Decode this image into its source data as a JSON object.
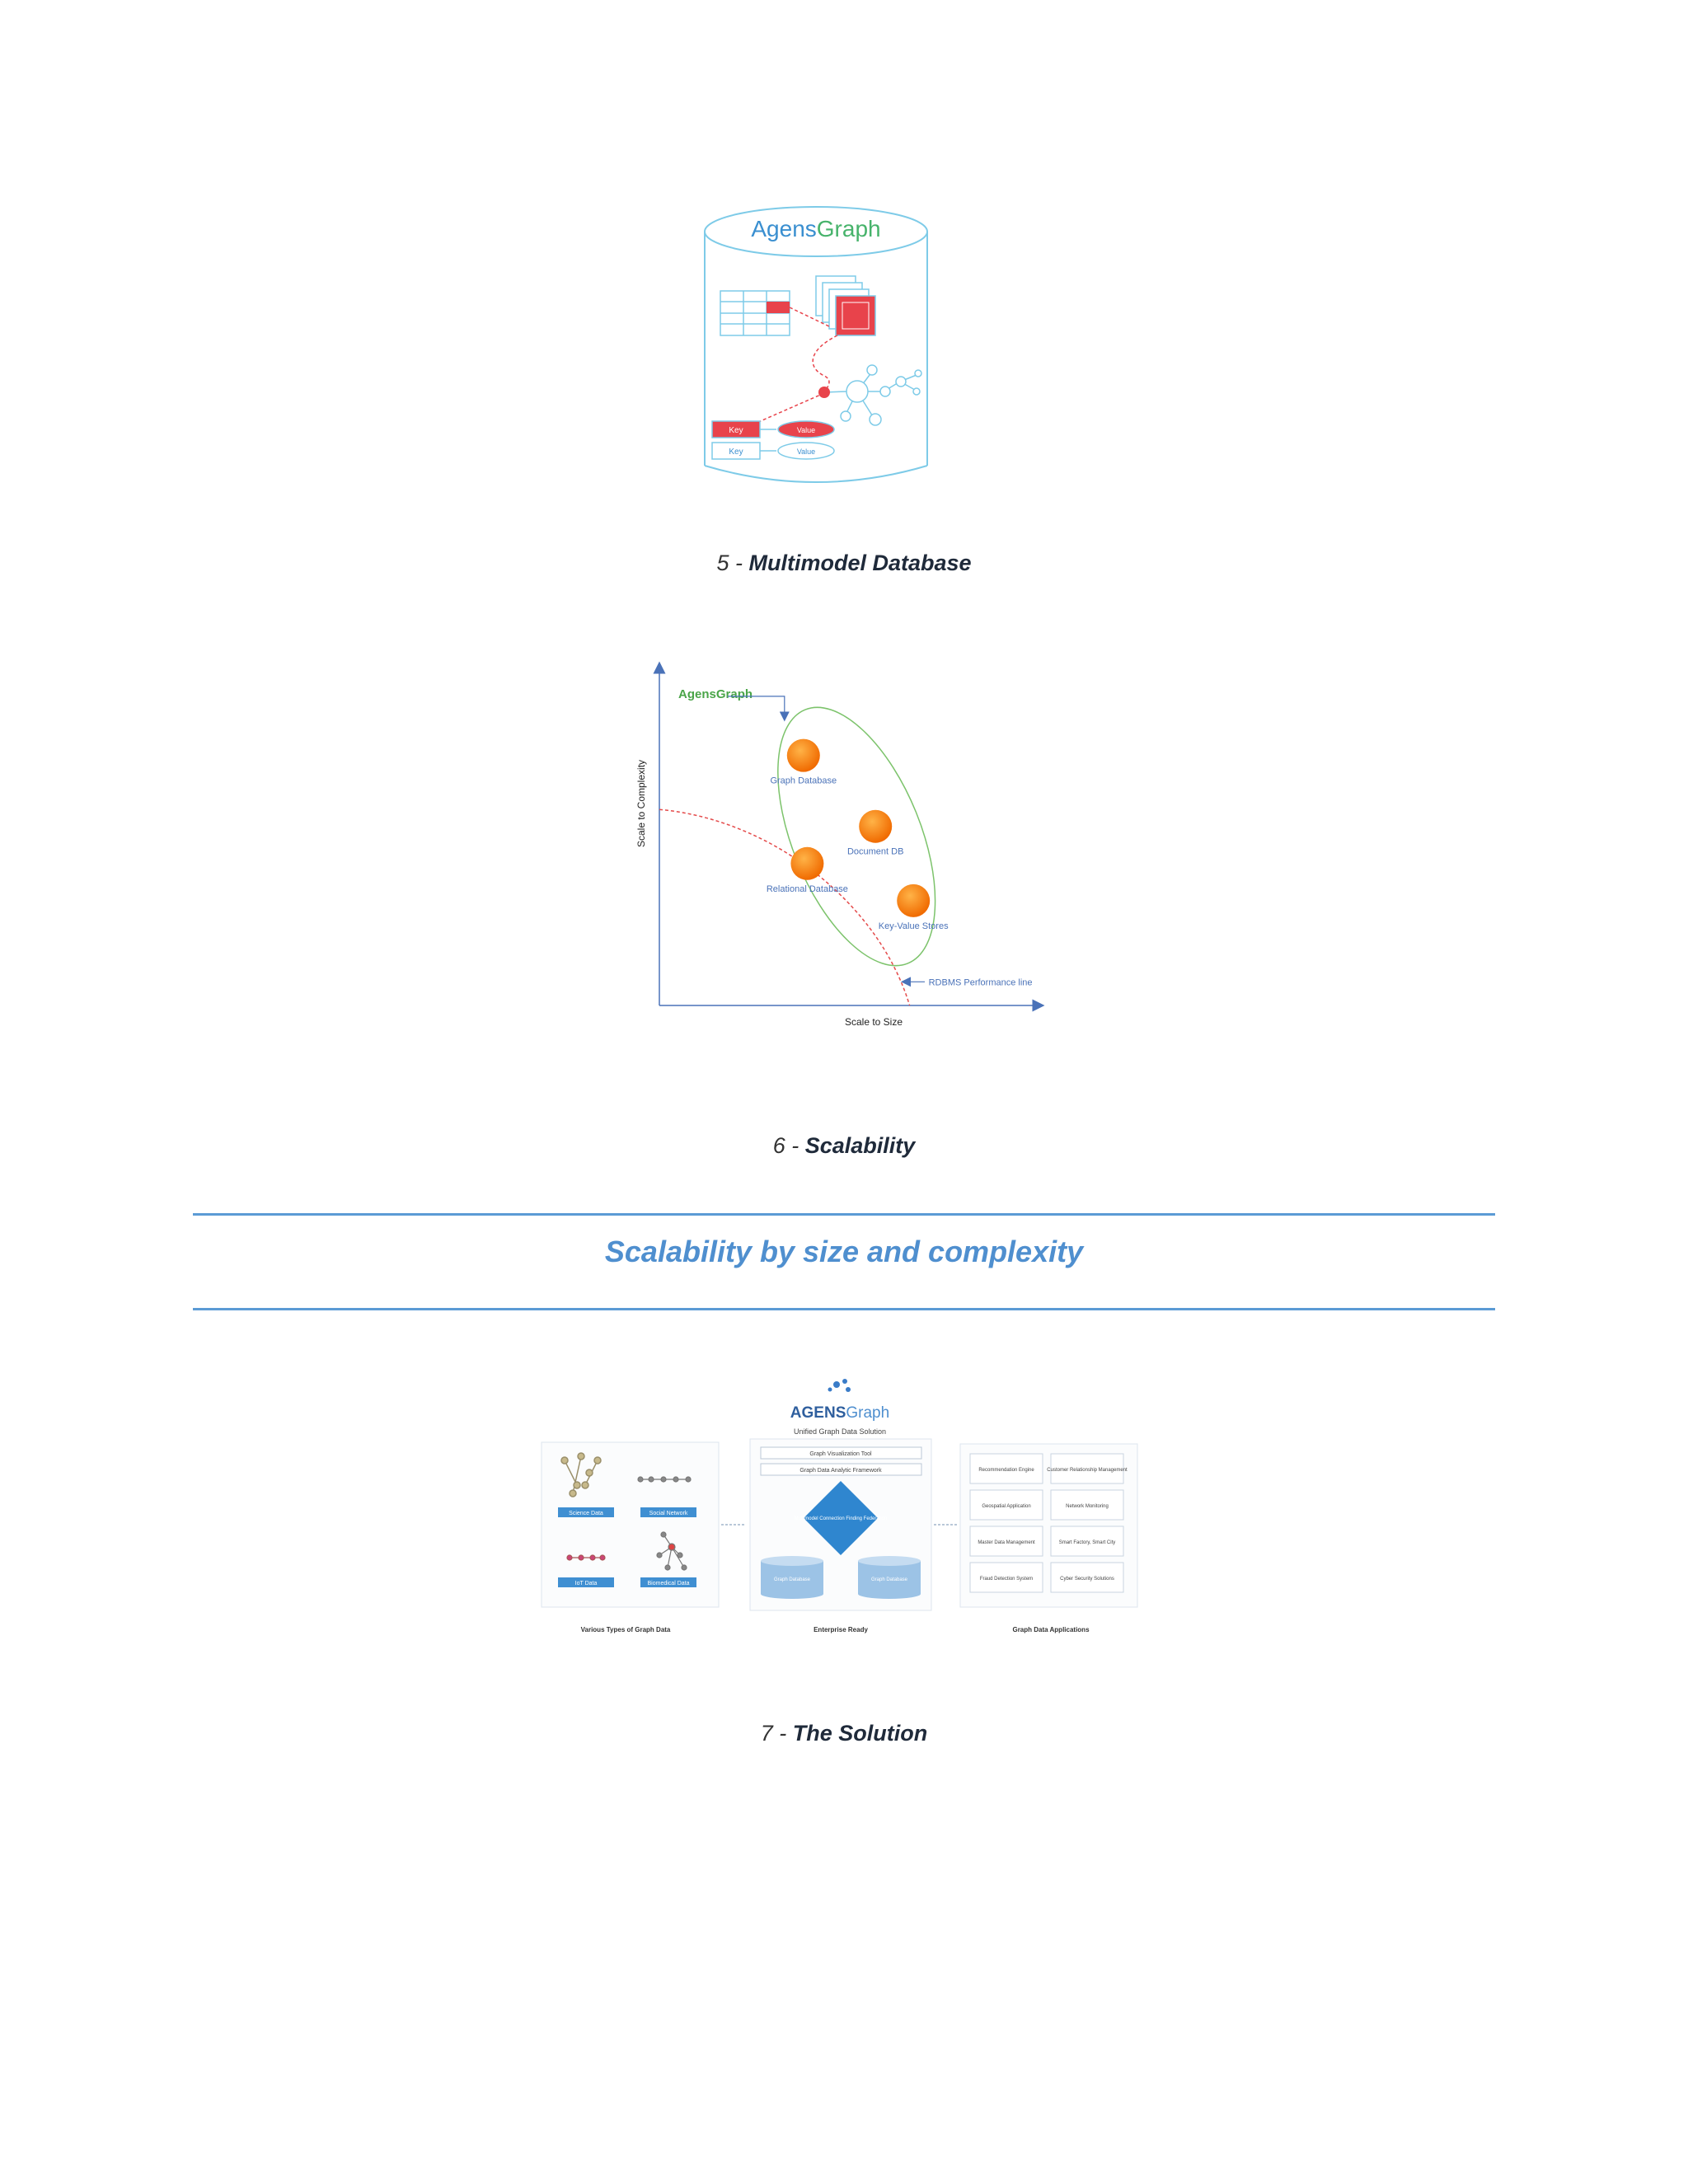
{
  "figure5": {
    "brand_prefix": "Agens",
    "brand_suffix": "Graph",
    "kv_rows": [
      {
        "key": "Key",
        "value": "Value"
      },
      {
        "key": "Key",
        "value": "Value"
      }
    ],
    "caption_number": "5 - ",
    "caption_title": "Multimodel  Database",
    "colors": {
      "outline": "#7ecbe8",
      "accent": "#e8434b",
      "brand_blue": "#3a8fd0",
      "brand_green": "#47b36b"
    }
  },
  "figure6": {
    "caption_number": "6 - ",
    "caption_title": "Scalability",
    "chart_data": {
      "type": "scatter",
      "xlabel": "Scale to Size",
      "ylabel": "Scale to Complexity",
      "points": [
        {
          "label": "Graph Database",
          "x": 0.38,
          "y": 0.74
        },
        {
          "label": "Document DB",
          "x": 0.57,
          "y": 0.53
        },
        {
          "label": "Relational Database",
          "x": 0.39,
          "y": 0.42
        },
        {
          "label": "Key-Value Stores",
          "x": 0.67,
          "y": 0.31
        }
      ],
      "annotations": [
        {
          "text": "AgensGraph",
          "points_to": "ellipse"
        },
        {
          "text": "RDBMS Performance line",
          "points_to": "curve"
        }
      ],
      "grid": false,
      "colors": {
        "points": "#f57c00",
        "ellipse": "#7cc36b",
        "curve": "#e44b4b",
        "axis": "#4a72b8"
      }
    }
  },
  "section": {
    "title": "Scalability by size and complexity"
  },
  "figure7": {
    "brand_prefix": "AGENS",
    "brand_suffix": "Graph",
    "subtitle": "Unified Graph Data Solution",
    "tools": [
      "Graph Visualization Tool",
      "Graph Data Analytic Framework"
    ],
    "diamond_text": "Multimodel Connection Finding Federation",
    "databases": [
      "Graph Database",
      "Graph Database"
    ],
    "left_panel_labels": [
      "Science Data",
      "Social Network",
      "IoT Data",
      "Biomedical Data"
    ],
    "apps": [
      "Recommendation Engine",
      "Customer Relationship Management",
      "Geospatial Application",
      "Network Monitoring",
      "Master Data Management",
      "Smart Factory, Smart City",
      "Fraud Detection System",
      "Cyber Security Solutions"
    ],
    "bottom_labels": [
      "Various Types of Graph Data",
      "Enterprise Ready",
      "Graph Data Applications"
    ],
    "caption_number": "7 - ",
    "caption_title": "The Solution"
  }
}
